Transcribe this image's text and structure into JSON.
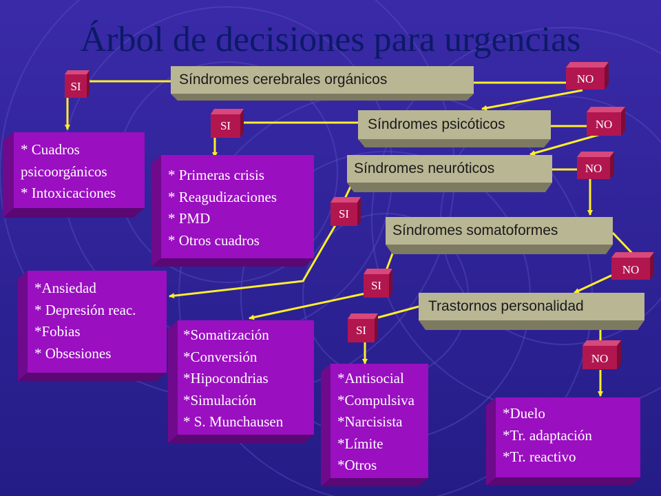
{
  "title": "Árbol de decisiones para urgencias",
  "colors": {
    "background": "#2d239a",
    "title": "#0b1a66",
    "condition_box": "#b9b694",
    "outcome_box": "#9a0fc0",
    "tag_box": "#b2164f",
    "connector": "#ffef2a"
  },
  "conditions": {
    "cerebrales": "Síndromes cerebrales orgánicos",
    "psicoticos": "Síndromes psicóticos",
    "neuroticos": "Síndromes neuróticos",
    "somatoformes": "Síndromes somatoformes",
    "personalidad": "Trastornos personalidad"
  },
  "tags": {
    "si": "SI",
    "no": "NO"
  },
  "outcomes": {
    "psicoorganicos": [
      "* Cuadros",
      "psicoorgánicos",
      "* Intoxicaciones"
    ],
    "psicoticos": [
      "* Primeras crisis",
      "* Reagudizaciones",
      "* PMD",
      "* Otros cuadros"
    ],
    "neuroticos": [
      "*Ansiedad",
      "* Depresión reac.",
      "*Fobias",
      "* Obsesiones"
    ],
    "somatoformes": [
      "*Somatización",
      "*Conversión",
      "*Hipocondrias",
      "*Simulación",
      "* S. Munchausen"
    ],
    "personalidad": [
      "*Antisocial",
      "*Compulsiva",
      "*Narcisista",
      "*Límite",
      "*Otros"
    ],
    "otros": [
      "*Duelo",
      "*Tr. adaptación",
      "*Tr. reactivo"
    ]
  }
}
